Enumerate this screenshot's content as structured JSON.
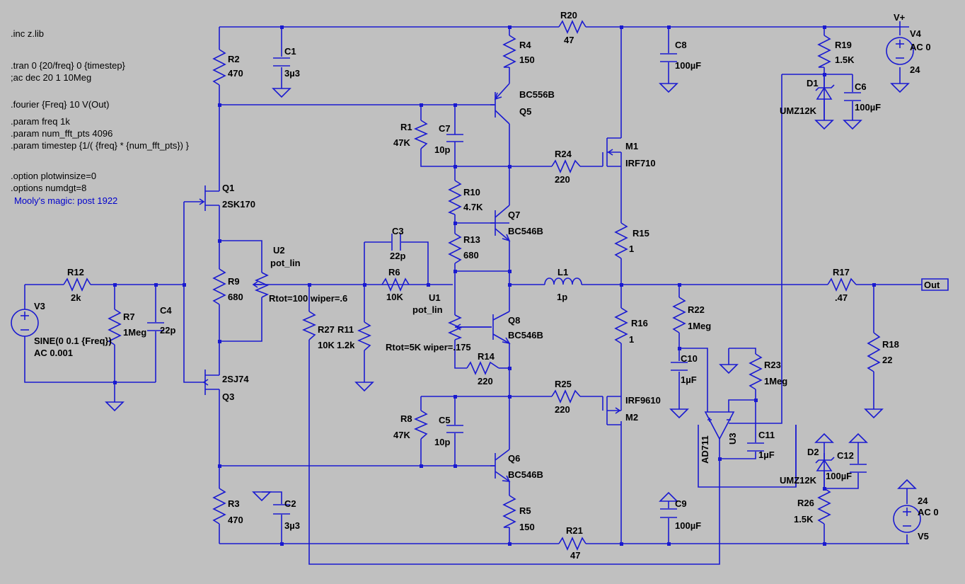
{
  "directives": [
    ".inc z.lib",
    ".tran 0 {20/freq} 0 {timestep}",
    ";ac dec 20 1 10Meg",
    ".fourier {Freq} 10 V(Out)",
    ".param freq 1k",
    ".param num_fft_pts 4096",
    ".param timestep {1/( {freq} * {num_fft_pts}) }",
    ".option plotwinsize=0",
    ".options numdgt=8"
  ],
  "comment": "Mooly's magic: post 1922",
  "nets": {
    "vplus": "V+",
    "out": "Out"
  },
  "components": {
    "R1": {
      "name": "R1",
      "value": "47K"
    },
    "R2": {
      "name": "R2",
      "value": "470"
    },
    "R3": {
      "name": "R3",
      "value": "470"
    },
    "R4": {
      "name": "R4",
      "value": "150"
    },
    "R5": {
      "name": "R5",
      "value": "150"
    },
    "R6": {
      "name": "R6",
      "value": "10K"
    },
    "R7": {
      "name": "R7",
      "value": "1Meg"
    },
    "R8": {
      "name": "R8",
      "value": "47K"
    },
    "R9": {
      "name": "R9",
      "value": "680"
    },
    "R10": {
      "name": "R10",
      "value": "4.7K"
    },
    "R11": {
      "name": "R11",
      "value": "1.2k"
    },
    "R12": {
      "name": "R12",
      "value": "2k"
    },
    "R13": {
      "name": "R13",
      "value": "680"
    },
    "R14": {
      "name": "R14",
      "value": "220"
    },
    "R15": {
      "name": "R15",
      "value": "1"
    },
    "R16": {
      "name": "R16",
      "value": "1"
    },
    "R17": {
      "name": "R17",
      "value": ".47"
    },
    "R18": {
      "name": "R18",
      "value": "22"
    },
    "R19": {
      "name": "R19",
      "value": "1.5K"
    },
    "R20": {
      "name": "R20",
      "value": "47"
    },
    "R21": {
      "name": "R21",
      "value": "47"
    },
    "R22": {
      "name": "R22",
      "value": "1Meg"
    },
    "R23": {
      "name": "R23",
      "value": "1Meg"
    },
    "R24": {
      "name": "R24",
      "value": "220"
    },
    "R25": {
      "name": "R25",
      "value": "220"
    },
    "R26": {
      "name": "R26",
      "value": "1.5K"
    },
    "R27": {
      "name": "R27",
      "value": "10K"
    },
    "C1": {
      "name": "C1",
      "value": "3µ3"
    },
    "C2": {
      "name": "C2",
      "value": "3µ3"
    },
    "C3": {
      "name": "C3",
      "value": "22p"
    },
    "C4": {
      "name": "C4",
      "value": "22p"
    },
    "C5": {
      "name": "C5",
      "value": "10p"
    },
    "C6": {
      "name": "C6",
      "value": "100µF"
    },
    "C7": {
      "name": "C7",
      "value": "10p"
    },
    "C8": {
      "name": "C8",
      "value": "100µF"
    },
    "C9": {
      "name": "C9",
      "value": "100µF"
    },
    "C10": {
      "name": "C10",
      "value": "1µF"
    },
    "C11": {
      "name": "C11",
      "value": "1µF"
    },
    "C12": {
      "name": "C12",
      "value": "100µF"
    },
    "L1": {
      "name": "L1",
      "value": "1p"
    },
    "Q1": {
      "name": "Q1",
      "value": "2SK170"
    },
    "Q3": {
      "name": "Q3",
      "value": "2SJ74"
    },
    "Q5": {
      "name": "Q5",
      "value": "BC556B"
    },
    "Q6": {
      "name": "Q6",
      "value": "BC546B"
    },
    "Q7": {
      "name": "Q7",
      "value": "BC546B"
    },
    "Q8": {
      "name": "Q8",
      "value": "BC546B"
    },
    "M1": {
      "name": "M1",
      "value": "IRF710"
    },
    "M2": {
      "name": "M2",
      "value": "IRF9610"
    },
    "D1": {
      "name": "D1",
      "value": "UMZ12K"
    },
    "D2": {
      "name": "D2",
      "value": "UMZ12K"
    },
    "U1": {
      "name": "U1",
      "value": "pot_lin",
      "param": "Rtot=5K wiper=.175"
    },
    "U2": {
      "name": "U2",
      "value": "pot_lin",
      "param": "Rtot=100 wiper=.6"
    },
    "U3": {
      "name": "U3",
      "value": "AD711"
    },
    "V3": {
      "name": "V3",
      "value": "SINE(0 0.1 {Freq})",
      "value2": "AC 0.001"
    },
    "V4": {
      "name": "V4",
      "value": "AC 0",
      "value2": "24"
    },
    "V5": {
      "name": "V5",
      "value": "AC 0",
      "value2": "24"
    }
  }
}
